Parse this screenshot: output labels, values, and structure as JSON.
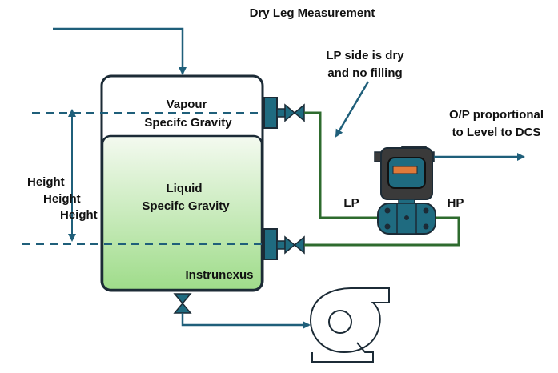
{
  "title": "Dry Leg Measurement",
  "annotations": {
    "lp_note_line1": "LP side is dry",
    "lp_note_line2": "and no filling",
    "output_line1": "O/P proportional",
    "output_line2": "to Level to DCS"
  },
  "tank": {
    "vapour_label": "Vapour",
    "vapour_gravity_label": "Specifc Gravity",
    "liquid_label": "Liquid",
    "liquid_gravity_label": "Specifc Gravity",
    "brand": "Instrunexus"
  },
  "height_labels": [
    "Height",
    "Height",
    "Height"
  ],
  "transmitter": {
    "lp_label": "LP",
    "hp_label": "HP"
  },
  "colors": {
    "process_line": "#1f5f7a",
    "impulse_line": "#2e6b2e",
    "tank_outline": "#1c2b36",
    "liquid_top": "#f4faf0",
    "liquid_bottom": "#9fdc8a",
    "valve": "#1f5f7a",
    "transmitter_body": "#1f6b80",
    "transmitter_head": "#3a3a3a",
    "display": "#e07a3a",
    "dashed_level": "#1f5f7a"
  }
}
